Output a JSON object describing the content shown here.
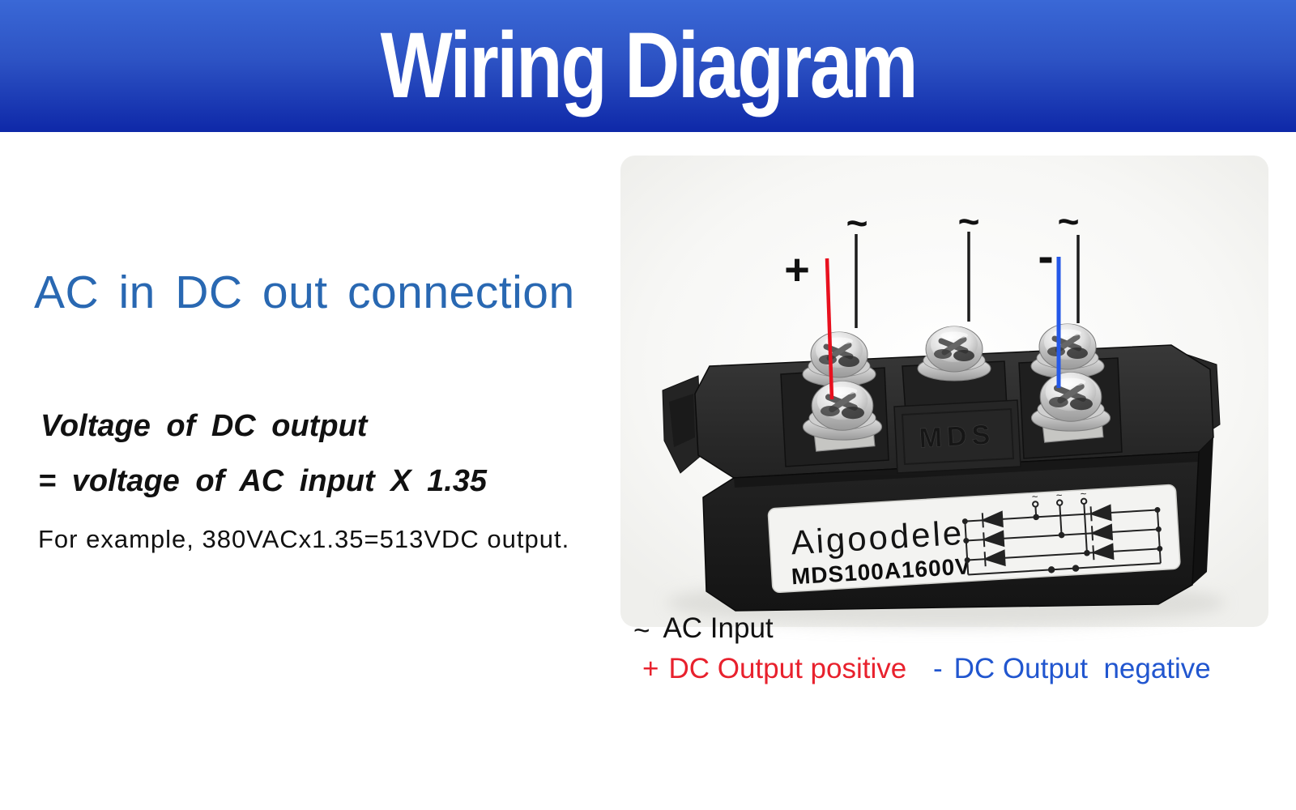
{
  "header": {
    "title": "Wiring Diagram",
    "bg_top": "#3a68d6",
    "bg_bottom": "#0e28a8",
    "text_color": "#ffffff"
  },
  "content": {
    "heading": "AC in DC out connection",
    "heading_color": "#2968b2",
    "formula_line1": "Voltage of DC output",
    "formula_line2": "= voltage of AC input X 1.35",
    "example": "For example, 380VACx1.35=513VDC output."
  },
  "module": {
    "brand": "Aigoodele",
    "model": "MDS100A1600V",
    "embossed_text": "MDS",
    "schematic_input_symbol": "~"
  },
  "annotations": {
    "ac_input_symbol": "~",
    "dc_positive_symbol": "+",
    "dc_negative_symbol": "-",
    "ac_wire_color": "#1c1c1c",
    "positive_wire_color": "#e8101e",
    "negative_wire_color": "#2458e8"
  },
  "legend": {
    "ac_symbol": "~",
    "ac_label": "AC Input",
    "ac_color": "#111111",
    "positive_symbol": "+",
    "positive_label": "DC Output positive",
    "positive_color": "#e8212d",
    "negative_symbol": "-",
    "negative_label": "DC Output  negative",
    "negative_color": "#2156cf"
  }
}
